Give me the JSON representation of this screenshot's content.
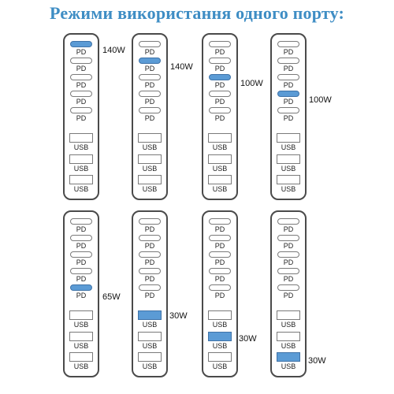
{
  "title": "Режими використання одного порту:",
  "labels": {
    "pd": "PD",
    "usb": "USB"
  },
  "colors": {
    "active_port": "#5b9bd5",
    "title": "#3e8dc4"
  },
  "chargers": [
    {
      "active_port": "pd1",
      "power": "140W"
    },
    {
      "active_port": "pd2",
      "power": "140W"
    },
    {
      "active_port": "pd3",
      "power": "100W"
    },
    {
      "active_port": "pd4",
      "power": "100W"
    },
    {
      "active_port": "pd5",
      "power": "65W"
    },
    {
      "active_port": "usb1",
      "power": "30W"
    },
    {
      "active_port": "usb2",
      "power": "30W"
    },
    {
      "active_port": "usb3",
      "power": "30W"
    }
  ]
}
